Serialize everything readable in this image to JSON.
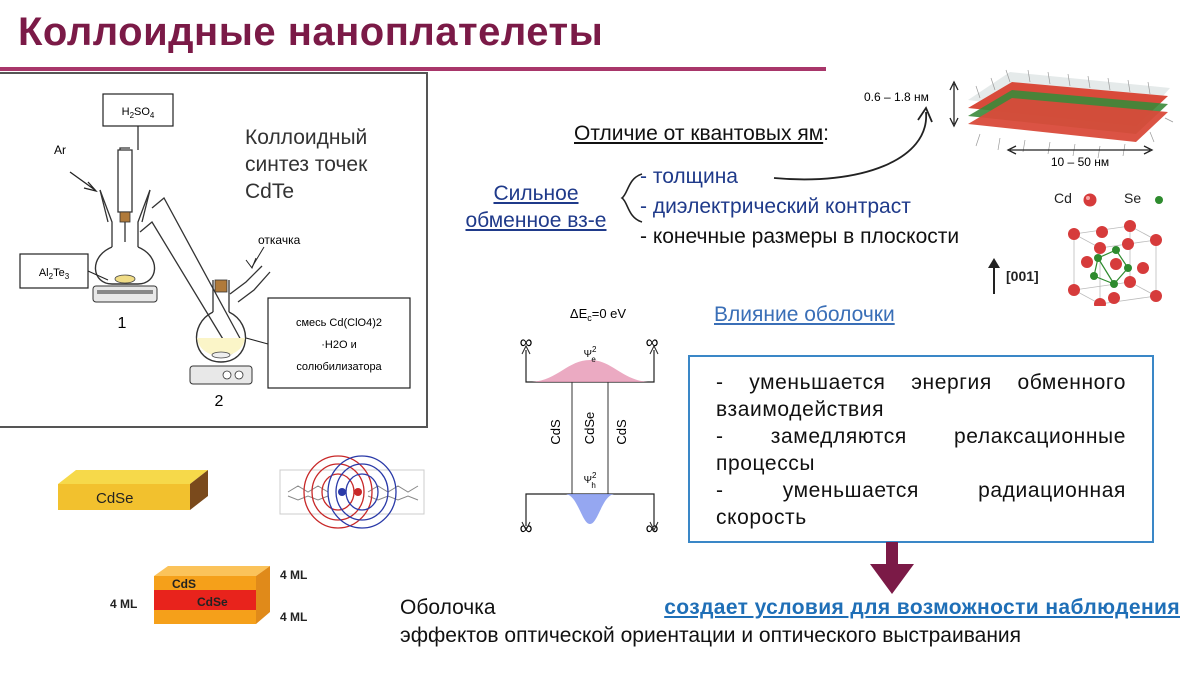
{
  "title": "Коллоидные наноплателеты",
  "synthesis": {
    "heading_lines": [
      "Коллоидный",
      "синтез точек",
      "CdTe"
    ],
    "reagent_top": "H2SO4",
    "gas_label": "Ar",
    "reagent_left": "Al2Te3",
    "pump_label": "откачка",
    "mixture_lines": [
      "смесь Cd(ClO4)2",
      "·H2O  и",
      "солюбилизатора"
    ],
    "flask1_label": "1",
    "flask2_label": "2"
  },
  "difference": {
    "heading": "Отличие от квантовых ям",
    "colon": ":",
    "strong_exchange_lines": [
      "Сильное",
      "обменное вз-е"
    ],
    "items": [
      "- толщина",
      "- диэлектрический контраст",
      "- конечные размеры в плоскости"
    ]
  },
  "platelet": {
    "thickness_label": "0.6 – 1.8 нм",
    "length_label": "10 – 50 нм",
    "cd_label": "Cd",
    "se_label": "Se",
    "direction_label": "[001]"
  },
  "band_diagram": {
    "delta_label": "ΔEc=0 eV",
    "layers": [
      "CdS",
      "CdSe",
      "CdS"
    ],
    "psi_e": "Ψ2e",
    "psi_h": "Ψ2h",
    "infinity": "∞"
  },
  "shell": {
    "heading": "Влияние оболочки",
    "effect_lines": [
      "- уменьшается энергия обменного",
      "взаимодействия",
      "- замедляются релаксационные",
      "процессы",
      "- уменьшается радиационная",
      "скорость"
    ]
  },
  "structures": {
    "cdse_label": "CdSe",
    "cds_label": "CdS",
    "core_label": "CdSe",
    "ml_top": "4 ML",
    "ml_left": "4 ML",
    "ml_bottom": "4 ML"
  },
  "conclusion": {
    "prefix": "Оболочка",
    "highlight": "создает условия для возможности наблюдения",
    "suffix": "эффектов оптической ориентации и оптического выстраивания"
  },
  "colors": {
    "title": "#7b1a47",
    "accent_rule": "#a8366a",
    "link": "#1f3a8a",
    "box_border": "#3a87c7",
    "highlight": "#1f6fb7",
    "arrow": "#7b1a47",
    "cd_atom": "#d63b3b",
    "se_atom": "#2e8b2e",
    "cdse_slab": "#f2c12e",
    "cds_slab": "#f5a01a",
    "core_slab": "#e8231c"
  }
}
